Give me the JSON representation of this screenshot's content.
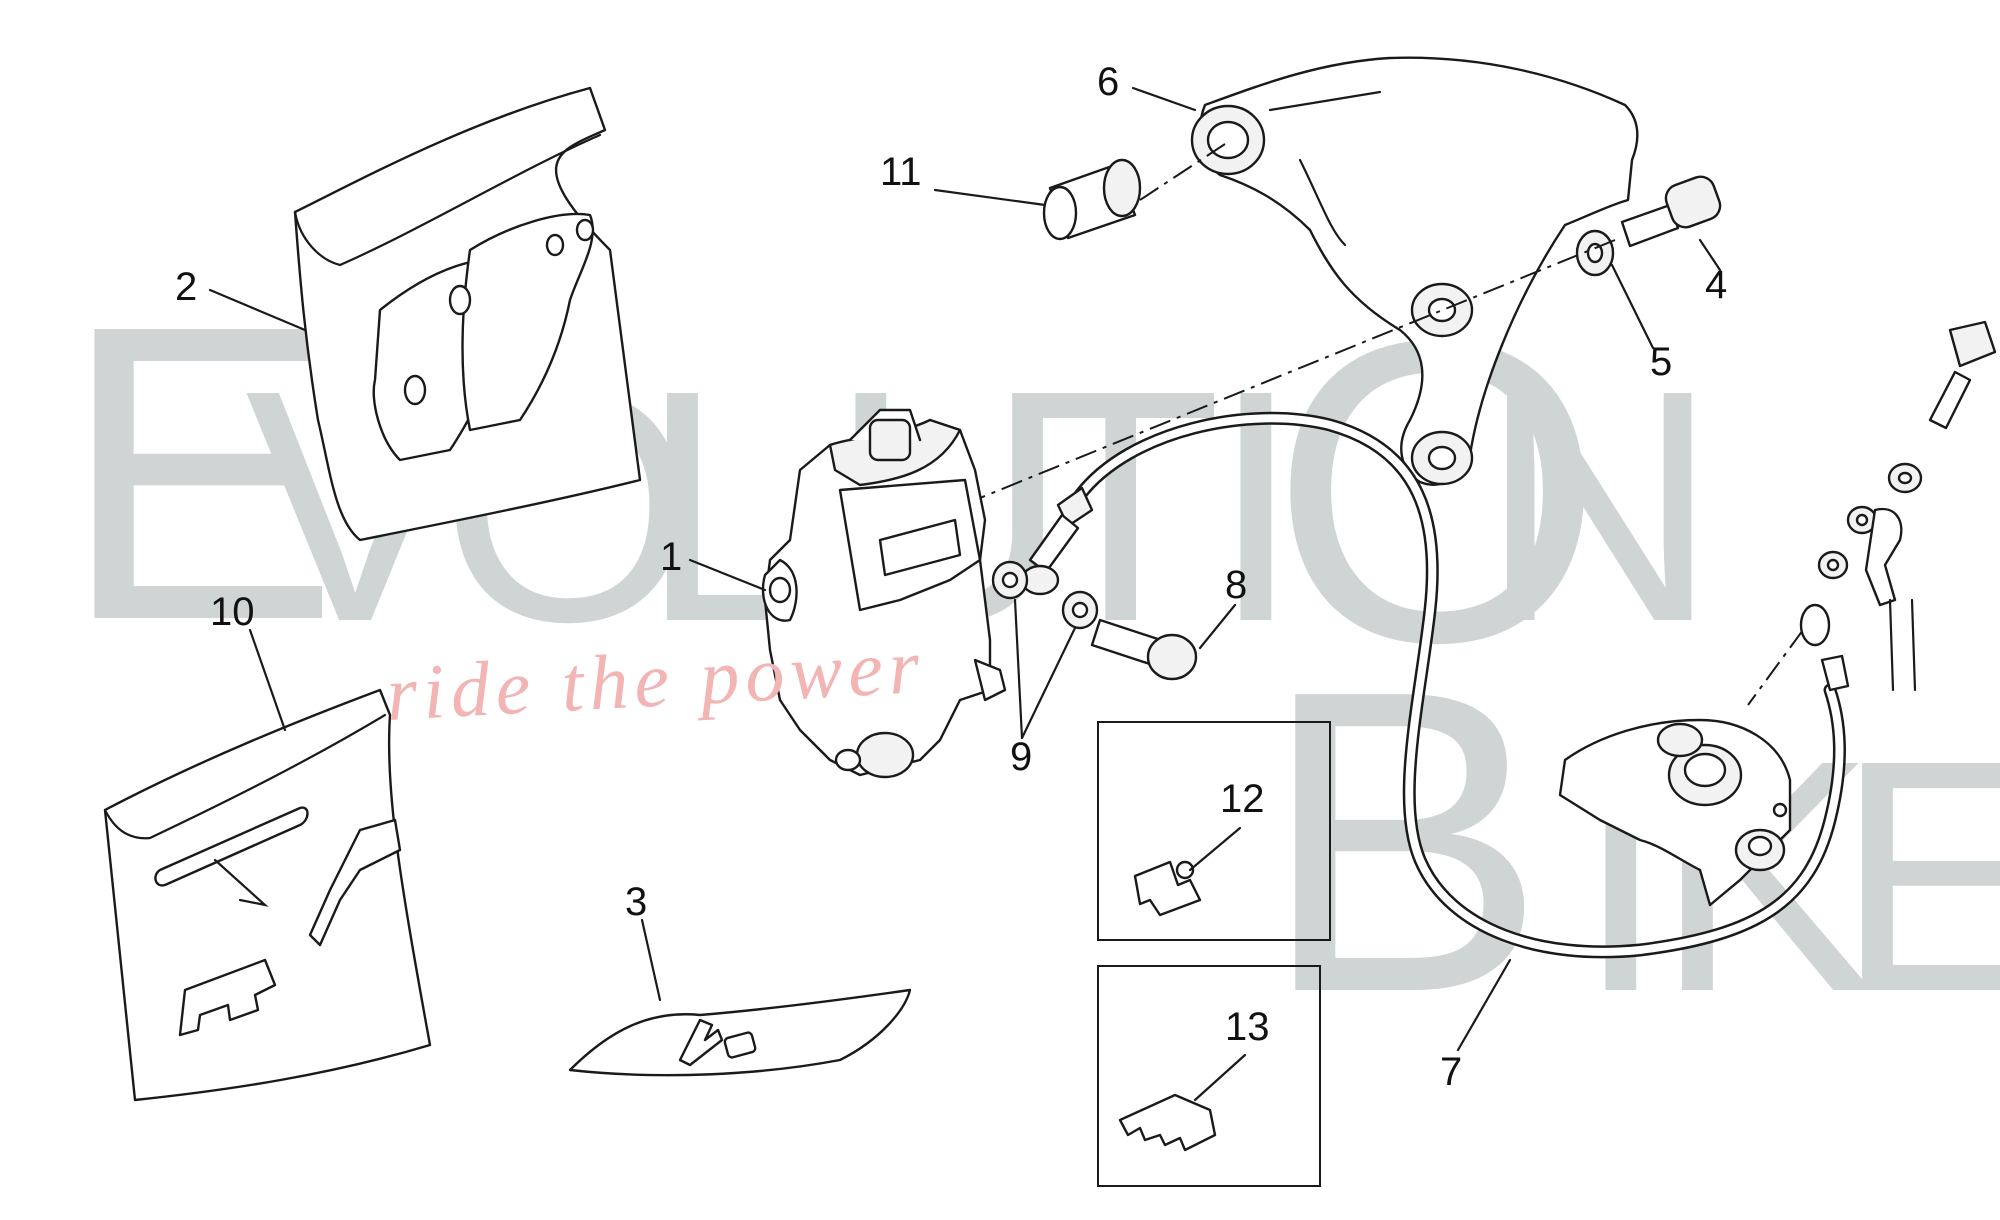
{
  "watermark": {
    "letters": [
      "E",
      "V",
      "O",
      "L",
      "U",
      "T",
      "I",
      "O",
      "N",
      "B",
      "I",
      "K",
      "E"
    ],
    "slogan": "ride the power",
    "colors": {
      "watermark": "#cfd4d4",
      "slogan": "#f3b4b4"
    }
  },
  "callouts": [
    {
      "id": "c1",
      "label": "1"
    },
    {
      "id": "c2",
      "label": "2"
    },
    {
      "id": "c3",
      "label": "3"
    },
    {
      "id": "c4",
      "label": "4"
    },
    {
      "id": "c5",
      "label": "5"
    },
    {
      "id": "c6",
      "label": "6"
    },
    {
      "id": "c7",
      "label": "7"
    },
    {
      "id": "c8",
      "label": "8"
    },
    {
      "id": "c9",
      "label": "9"
    },
    {
      "id": "c10",
      "label": "10"
    },
    {
      "id": "c11",
      "label": "11"
    },
    {
      "id": "c12",
      "label": "12"
    },
    {
      "id": "c13",
      "label": "13"
    }
  ],
  "icons": {
    "brake_caliper": "brake-caliper-icon",
    "brake_pads_kit": "brake-pads-kit-icon",
    "bleed_kit": "bleed-valve-kit-icon",
    "screw": "screw-icon",
    "washer": "washer-icon",
    "caliper_bracket": "caliper-bracket-icon",
    "brake_hose": "brake-hose-icon",
    "banjo_bolt": "banjo-bolt-icon",
    "pin_kit": "pin-clip-kit-icon",
    "bushing": "bushing-icon",
    "hose_clip": "hose-clip-icon",
    "master_cylinder": "master-cylinder-icon"
  }
}
